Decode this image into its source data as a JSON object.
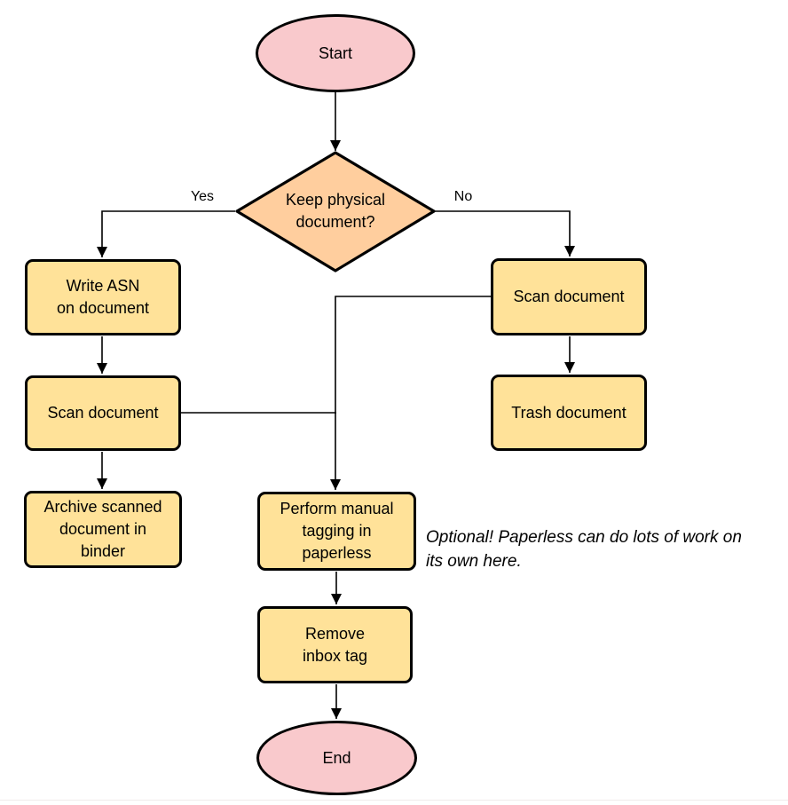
{
  "nodes": {
    "start": {
      "lines": [
        "Start"
      ]
    },
    "decision": {
      "lines": [
        "Keep physical",
        "document?"
      ]
    },
    "write_asn": {
      "lines": [
        "Write ASN",
        "on document"
      ]
    },
    "scan_left": {
      "lines": [
        "Scan document"
      ]
    },
    "archive": {
      "lines": [
        "Archive scanned",
        "document in",
        "binder"
      ]
    },
    "scan_right": {
      "lines": [
        "Scan document"
      ]
    },
    "trash": {
      "lines": [
        "Trash document"
      ]
    },
    "tagging": {
      "lines": [
        "Perform manual",
        "tagging in",
        "paperless"
      ]
    },
    "remove_inbox": {
      "lines": [
        "Remove",
        "inbox tag"
      ]
    },
    "end": {
      "lines": [
        "End"
      ]
    }
  },
  "edge_labels": {
    "yes": "Yes",
    "no": "No"
  },
  "annotation": {
    "lines": [
      "Optional! Paperless can do lots of work on",
      "its own here."
    ]
  },
  "colors": {
    "background": "#ffffff",
    "terminator_fill": "#f9c9cc",
    "decision_fill": "#ffce9e",
    "process_fill": "#ffe299",
    "stroke": "#000000"
  }
}
